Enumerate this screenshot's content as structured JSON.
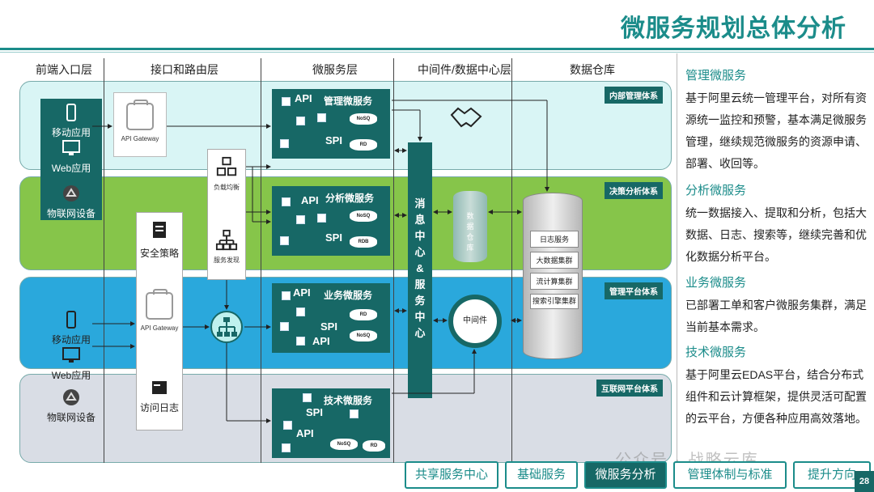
{
  "page": {
    "title": "微服务规划总体分析",
    "page_number": "28"
  },
  "columns": [
    "前端入口层",
    "接口和路由层",
    "微服务层",
    "中间件/数据中心层",
    "数据仓库"
  ],
  "bands": [
    "内部管理体系",
    "决策分析体系",
    "管理平台体系",
    "互联网平台体系"
  ],
  "devices": {
    "mobile": "移动应用",
    "web": "Web应用",
    "iot": "物联网设备"
  },
  "gateway": {
    "label": "API Gateway",
    "security": "安全策略",
    "access_log": "访问日志"
  },
  "routing": {
    "load_balance": "负载均衡",
    "service_discovery": "服务发现"
  },
  "microservices": [
    {
      "title": "管理微服务",
      "api": "API",
      "spi": "SPI",
      "db1": "NoSQ",
      "db2": "RD"
    },
    {
      "title": "分析微服务",
      "api": "API",
      "spi": "SPI",
      "db1": "NoSQ",
      "db2": "RDB"
    },
    {
      "title": "业务微服务",
      "api": "API",
      "spi": "SPI",
      "api2": "API",
      "db1": "RD",
      "db2": "NoSQ"
    },
    {
      "title": "技术微服务",
      "spi": "SPI",
      "api": "API",
      "db1": "NoSQ",
      "db2": "RD"
    }
  ],
  "middleware": {
    "message_center": "消息中心&服务中心",
    "data_warehouse": "数据仓库",
    "middleware_label": "中间件"
  },
  "warehouse_items": [
    "日志服务",
    "大数据集群",
    "流计算集群",
    "搜索引擎集群"
  ],
  "sidebar": [
    {
      "heading": "管理微服务",
      "text": "基于阿里云统一管理平台，对所有资源统一监控和预警，基本满足微服务管理，继续规范微服务的资源申请、部署、收回等。"
    },
    {
      "heading": "分析微服务",
      "text": "统一数据接入、提取和分析，包括大数据、日志、搜索等，继续完善和优化数据分析平台。"
    },
    {
      "heading": "业务微服务",
      "text": "已部署工单和客户微服务集群，满足当前基本需求。"
    },
    {
      "heading": "技术微服务",
      "text": "基于阿里云EDAS平台，结合分布式组件和云计算框架，提供灵活可配置的云平台，方便各种应用高效落地。"
    }
  ],
  "tabs": [
    "共享服务中心",
    "基础服务",
    "微服务分析",
    "管理体制与标准",
    "提升方向"
  ],
  "active_tab": 2,
  "watermark": "公众号 · 战略云库"
}
